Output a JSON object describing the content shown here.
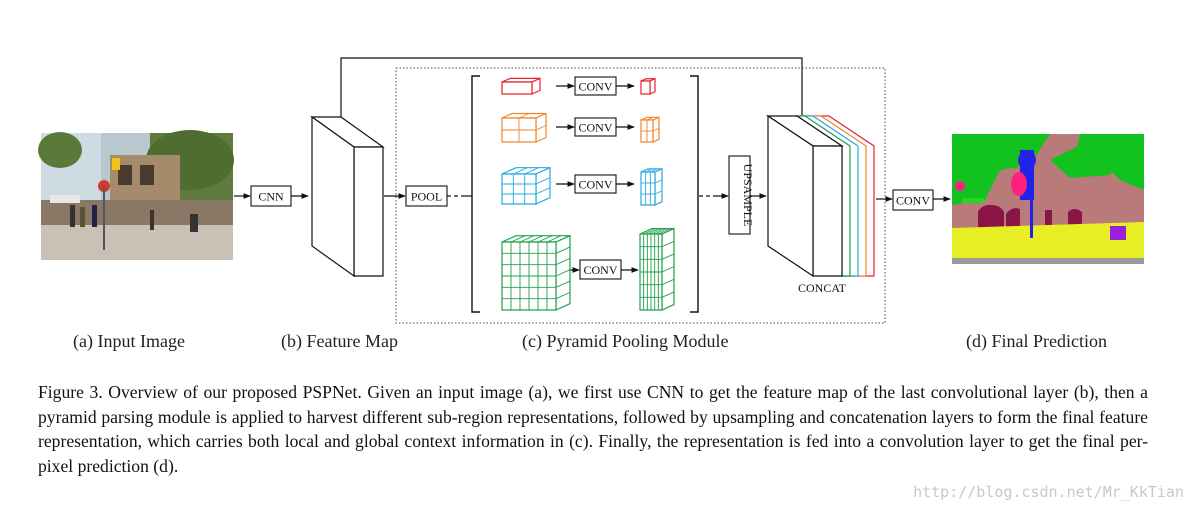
{
  "figure": {
    "labels": {
      "cnn": "CNN",
      "pool": "POOL",
      "conv": "CONV",
      "upsample": "UPSAMPLE",
      "concat": "CONCAT"
    },
    "panels": {
      "a": "(a) Input Image",
      "b": "(b) Feature Map",
      "c": "(c) Pyramid Pooling Module",
      "d": "(d) Final Prediction"
    },
    "pyramid_colors": [
      "#e8212f",
      "#f0862c",
      "#29a9e0",
      "#21a04a"
    ],
    "pyramid_grid_sizes": [
      1,
      2,
      3,
      6
    ]
  },
  "caption": "Figure 3. Overview of our proposed PSPNet. Given an input image (a), we first use CNN to get the feature map of the last convolutional layer (b), then a pyramid parsing module is applied to harvest different sub-region representations, followed by upsampling and concatenation layers to form the final feature representation, which carries both local and global context information in (c). Finally, the representation is fed into a convolution layer to get the final per-pixel prediction (d).",
  "watermark": "http://blog.csdn.net/Mr_KkTian"
}
